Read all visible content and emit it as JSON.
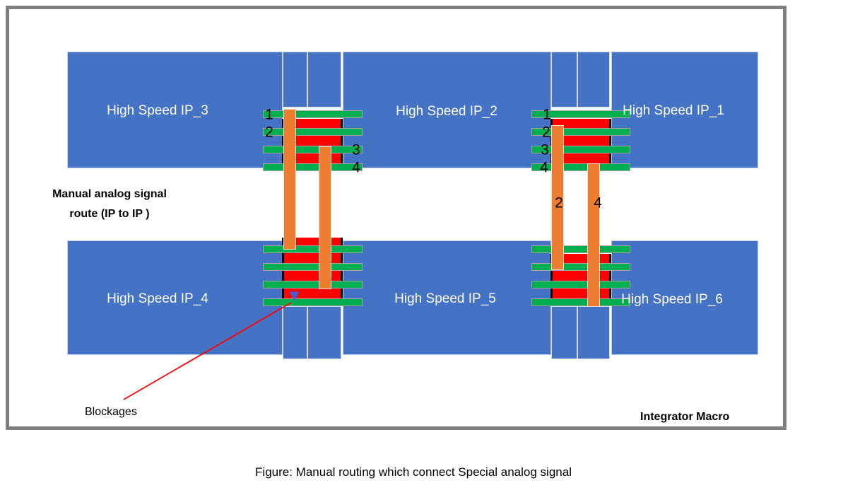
{
  "colors": {
    "ip_blue": "#4472C4",
    "pin_green": "#00B050",
    "blockage_red": "#FF0000",
    "route_orange": "#ED7D31",
    "frame_border": "#7F7F7F",
    "arrow_line": "#FF0000",
    "arrowhead": "#4A5CC5"
  },
  "ip_blocks": {
    "ip1": "High Speed IP_1",
    "ip2": "High Speed IP_2",
    "ip3": "High Speed IP_3",
    "ip4": "High Speed IP_4",
    "ip5": "High Speed IP_5",
    "ip6": "High Speed IP_6"
  },
  "pins": {
    "left": [
      "1",
      "2",
      "3",
      "4"
    ],
    "right": [
      "1",
      "2",
      "3",
      "4"
    ]
  },
  "routes": [
    "2",
    "4"
  ],
  "annotations": {
    "manual_route_line1": "Manual analog signal",
    "manual_route_line2": "route (IP to IP )",
    "blockages": "Blockages",
    "integrator": "Integrator Macro"
  },
  "caption": "Figure: Manual routing which connect Special analog signal"
}
